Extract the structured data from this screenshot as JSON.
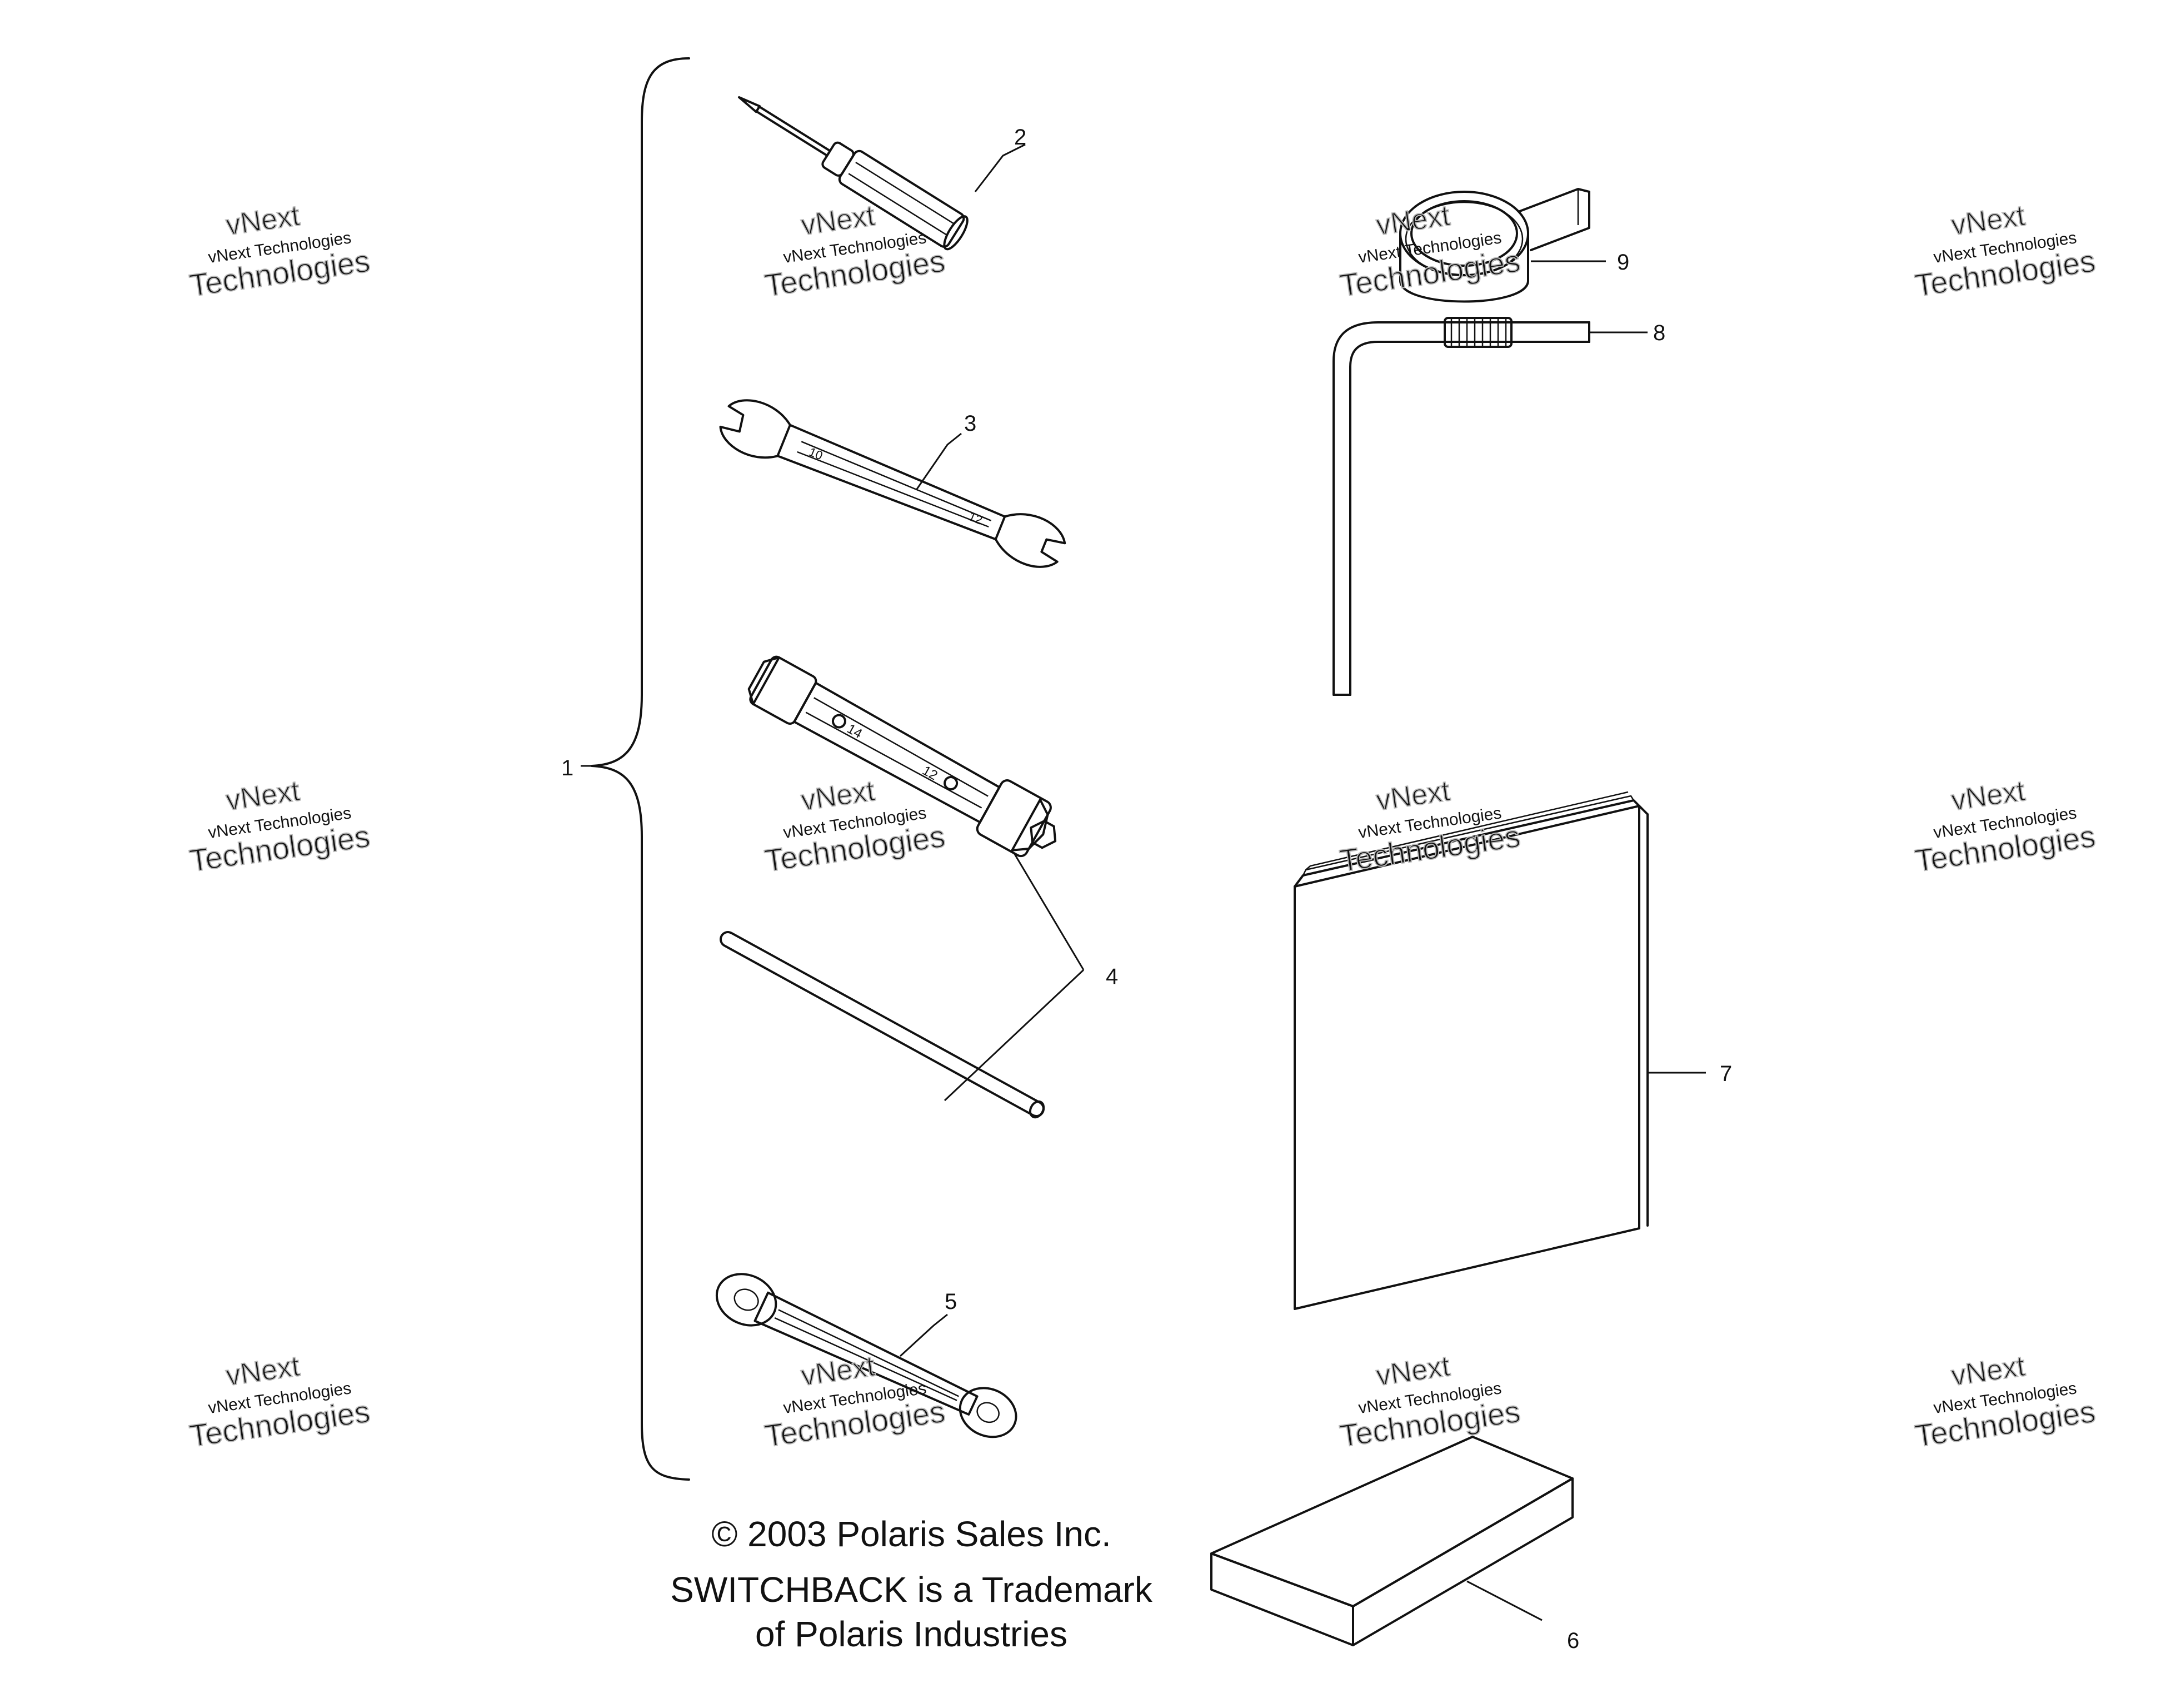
{
  "callouts": {
    "c1": "1",
    "c2": "2",
    "c3": "3",
    "c4": "4",
    "c5": "5",
    "c6": "6",
    "c7": "7",
    "c8": "8",
    "c9": "9"
  },
  "tool_markings": {
    "wrench_top": "10",
    "wrench_bottom": "12",
    "socket_top": "14",
    "socket_bottom": "12"
  },
  "watermark": {
    "line1": "vNext",
    "line2": "vNext Technologies",
    "line3": "Technologies"
  },
  "footer": {
    "copyright": "© 2003 Polaris Sales Inc.",
    "trademark_line1": "SWITCHBACK is a Trademark",
    "trademark_line2": "of Polaris Industries"
  },
  "colors": {
    "ink": "#111111",
    "watermark_outline": "#b9b9b9",
    "background": "#ffffff"
  }
}
